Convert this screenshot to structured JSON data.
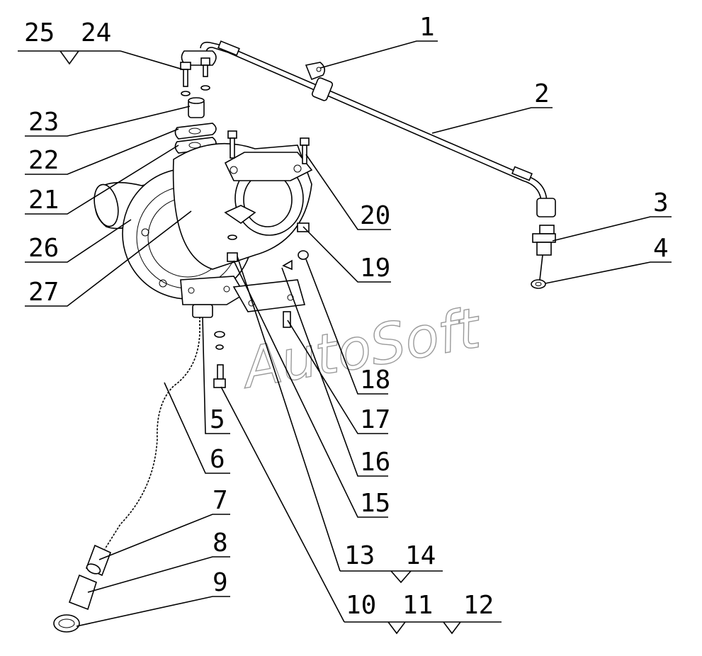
{
  "watermark": "AutoSoft",
  "callouts": [
    {
      "id": "c1",
      "text": "1"
    },
    {
      "id": "c2",
      "text": "2"
    },
    {
      "id": "c3",
      "text": "3"
    },
    {
      "id": "c4",
      "text": "4"
    },
    {
      "id": "c5",
      "text": "5"
    },
    {
      "id": "c6",
      "text": "6"
    },
    {
      "id": "c7",
      "text": "7"
    },
    {
      "id": "c8",
      "text": "8"
    },
    {
      "id": "c9",
      "text": "9"
    },
    {
      "id": "c10",
      "text": "10"
    },
    {
      "id": "c11",
      "text": "11"
    },
    {
      "id": "c12",
      "text": "12"
    },
    {
      "id": "c13",
      "text": "13"
    },
    {
      "id": "c14",
      "text": "14"
    },
    {
      "id": "c15",
      "text": "15"
    },
    {
      "id": "c16",
      "text": "16"
    },
    {
      "id": "c17",
      "text": "17"
    },
    {
      "id": "c18",
      "text": "18"
    },
    {
      "id": "c19",
      "text": "19"
    },
    {
      "id": "c20",
      "text": "20"
    },
    {
      "id": "c21",
      "text": "21"
    },
    {
      "id": "c22",
      "text": "22"
    },
    {
      "id": "c23",
      "text": "23"
    },
    {
      "id": "c24",
      "text": "24"
    },
    {
      "id": "c25",
      "text": "25"
    },
    {
      "id": "c26",
      "text": "26"
    },
    {
      "id": "c27",
      "text": "27"
    }
  ]
}
